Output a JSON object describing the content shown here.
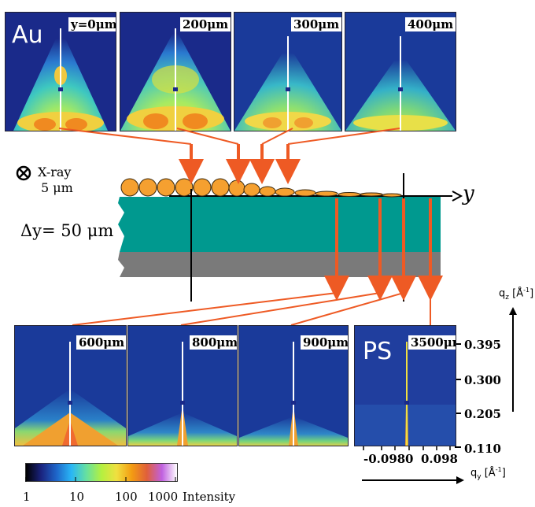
{
  "top_panels": [
    {
      "label": "y=0μm",
      "tag": "Au",
      "style": "wide"
    },
    {
      "label": "200μm",
      "style": "wide"
    },
    {
      "label": "300μm",
      "style": "mid"
    },
    {
      "label": "400μm",
      "style": "mid"
    }
  ],
  "bottom_panels": [
    {
      "label": "600μm",
      "style": "narrow-wide"
    },
    {
      "label": "800μm",
      "style": "narrow"
    },
    {
      "label": "900μm",
      "style": "narrow"
    },
    {
      "label": "3500μm",
      "tag": "PS",
      "style": "thin"
    }
  ],
  "schematic": {
    "xray_label": "X-ray",
    "beam_size": "5 μm",
    "step_label": "Δy= 50 μm",
    "axis_label": "y"
  },
  "axes": {
    "qz_label": "q",
    "qz_sub": "z",
    "qz_unit": "[Å",
    "qz_exp": "-1",
    "qz_close": "]",
    "qz_ticks": [
      "0.395",
      "0.300",
      "0.205",
      "0.110"
    ],
    "qy_label": "q",
    "qy_sub": "y",
    "qy_unit": "[Å",
    "qy_exp": "-1",
    "qy_close": "]",
    "qy_ticks": [
      "-0.098",
      "0",
      "0.098"
    ]
  },
  "colorbar": {
    "ticks": [
      "1",
      "10",
      "100",
      "1000"
    ],
    "label": "Intensity",
    "colors": [
      "#000000",
      "#1a237e",
      "#1e64c8",
      "#29b6f6",
      "#66e0a0",
      "#b4f040",
      "#f0e040",
      "#f39c12",
      "#e0603a",
      "#c060e0",
      "#ffffff"
    ]
  },
  "colors": {
    "arrow": "#ee5a24",
    "substrate_top": "#00998f",
    "substrate_bottom": "#7a7a7a",
    "particle": "#f5a030"
  }
}
